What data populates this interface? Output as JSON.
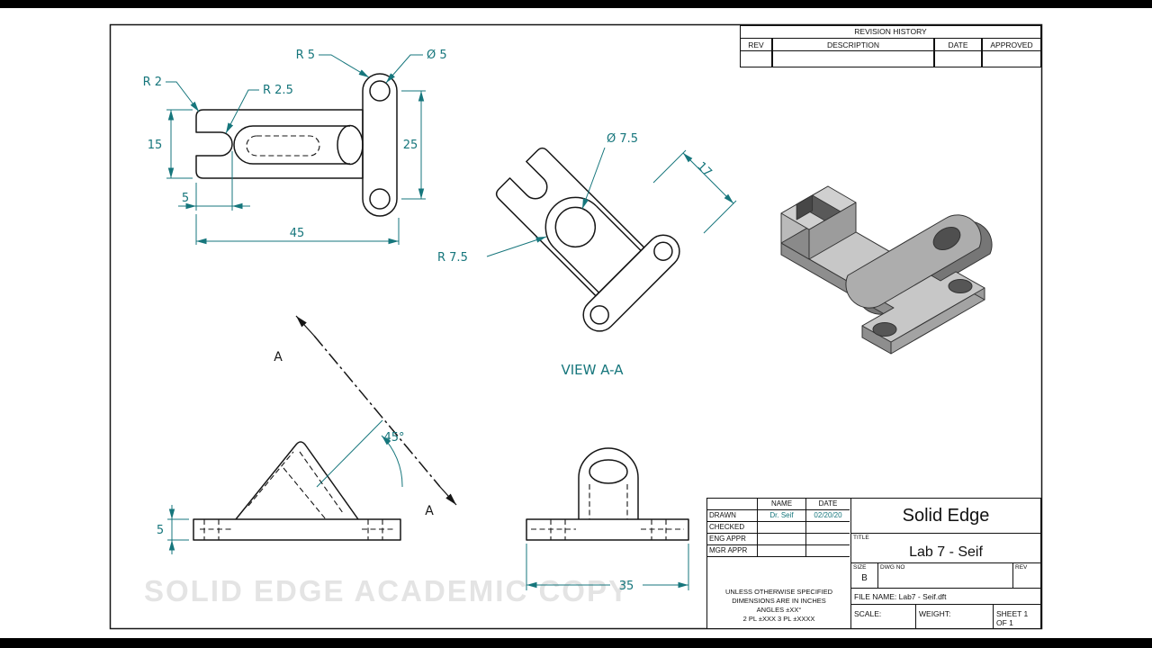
{
  "colors": {
    "dimension": "#16767c",
    "line": "#161616",
    "watermark": "#e4e4e4"
  },
  "watermark": "SOLID EDGE ACADEMIC COPY",
  "revision_table": {
    "title": "REVISION HISTORY",
    "columns": [
      "REV",
      "DESCRIPTION",
      "DATE",
      "APPROVED"
    ]
  },
  "top_view": {
    "dim_r5": "R 5",
    "dim_dia5": "Ø 5",
    "dim_r2": "R 2",
    "dim_r25": "R 2.5",
    "dim_15": "15",
    "dim_25": "25",
    "dim_slot5": "5",
    "dim_45": "45"
  },
  "aux_view": {
    "label": "VIEW A-A",
    "dim_dia75": "Ø 7.5",
    "dim_17": "17",
    "dim_r75": "R 7.5"
  },
  "front_view": {
    "dim_angle": "45°",
    "dim_height5": "5",
    "section_a_top": "A",
    "section_a_bottom": "A"
  },
  "side_view": {
    "dim_35": "35"
  },
  "title_block": {
    "name_header": "NAME",
    "date_header": "DATE",
    "drawn_label": "DRAWN",
    "drawn_name": "Dr. Seif",
    "drawn_date": "02/20/20",
    "checked_label": "CHECKED",
    "eng_label": "ENG APPR",
    "mgr_label": "MGR APPR",
    "note_line1": "UNLESS OTHERWISE SPECIFIED",
    "note_line2": "DIMENSIONS ARE IN INCHES",
    "note_line3": "ANGLES ±XX°",
    "note_line4": "2 PL ±XXX 3 PL ±XXXX",
    "company": "Solid Edge",
    "title_label": "TITLE",
    "title": "Lab 7 - Seif",
    "size_label": "SIZE",
    "size_value": "B",
    "dwg_label": "DWG NO",
    "rev_label": "REV",
    "file_label": "FILE NAME:",
    "file_value": "Lab7 - Seif.dft",
    "scale_label": "SCALE:",
    "weight_label": "WEIGHT:",
    "sheet_label": "SHEET 1 OF 1"
  }
}
